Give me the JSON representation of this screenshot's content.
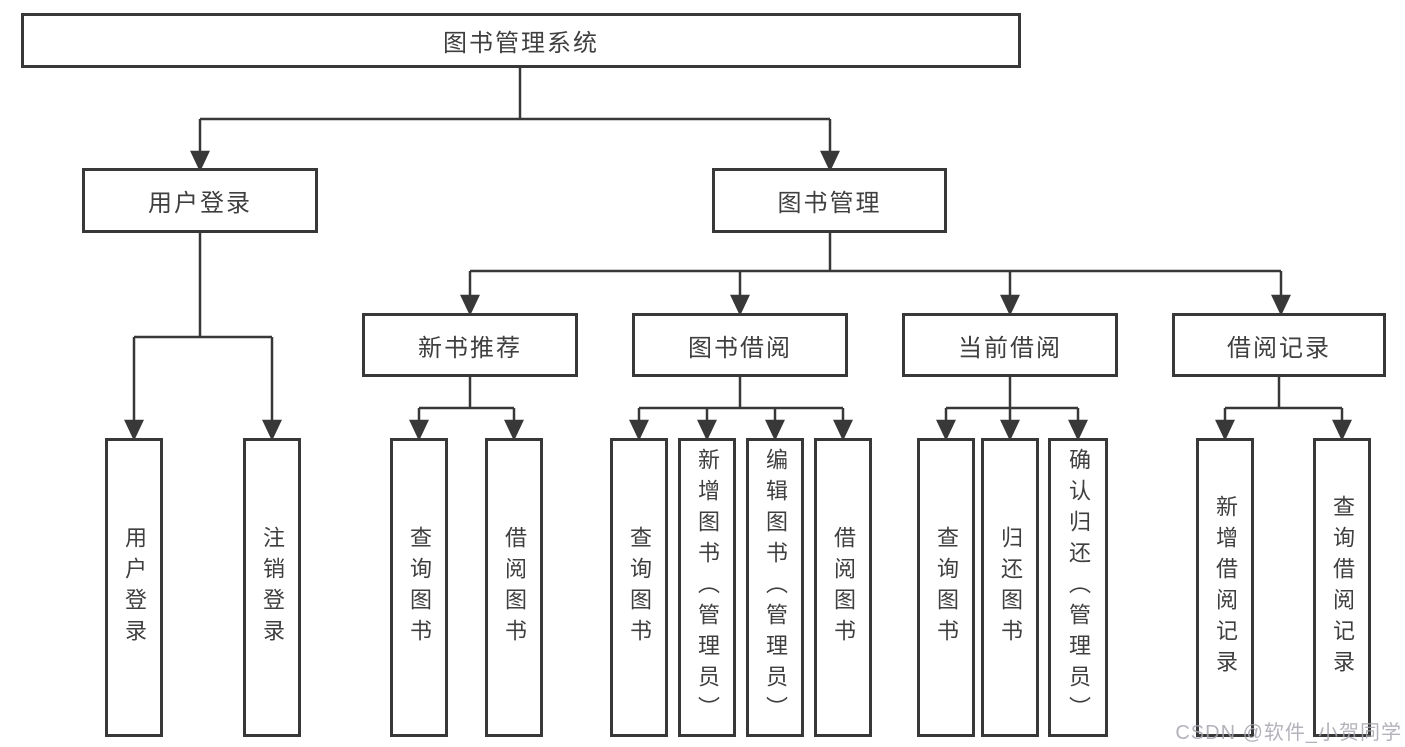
{
  "watermark": "CSDN @软件_小贺同学",
  "colors": {
    "line": "#383838",
    "border": "#383838",
    "text": "#3f3f3f",
    "watermark": "#a6a6b0",
    "background": "#ffffff"
  },
  "tree": {
    "label": "图书管理系统",
    "children": [
      {
        "label": "用户登录",
        "children": [
          {
            "label": "用户登录"
          },
          {
            "label": "注销登录"
          }
        ]
      },
      {
        "label": "图书管理",
        "children": [
          {
            "label": "新书推荐",
            "children": [
              {
                "label": "查询图书"
              },
              {
                "label": "借阅图书"
              }
            ]
          },
          {
            "label": "图书借阅",
            "children": [
              {
                "label": "查询图书"
              },
              {
                "label": "新增图书（管理员）"
              },
              {
                "label": "编辑图书（管理员）"
              },
              {
                "label": "借阅图书"
              }
            ]
          },
          {
            "label": "当前借阅",
            "children": [
              {
                "label": "查询图书"
              },
              {
                "label": "归还图书"
              },
              {
                "label": "确认归还（管理员）"
              }
            ]
          },
          {
            "label": "借阅记录",
            "children": [
              {
                "label": "新增借阅记录"
              },
              {
                "label": "查询借阅记录"
              }
            ]
          }
        ]
      }
    ]
  }
}
